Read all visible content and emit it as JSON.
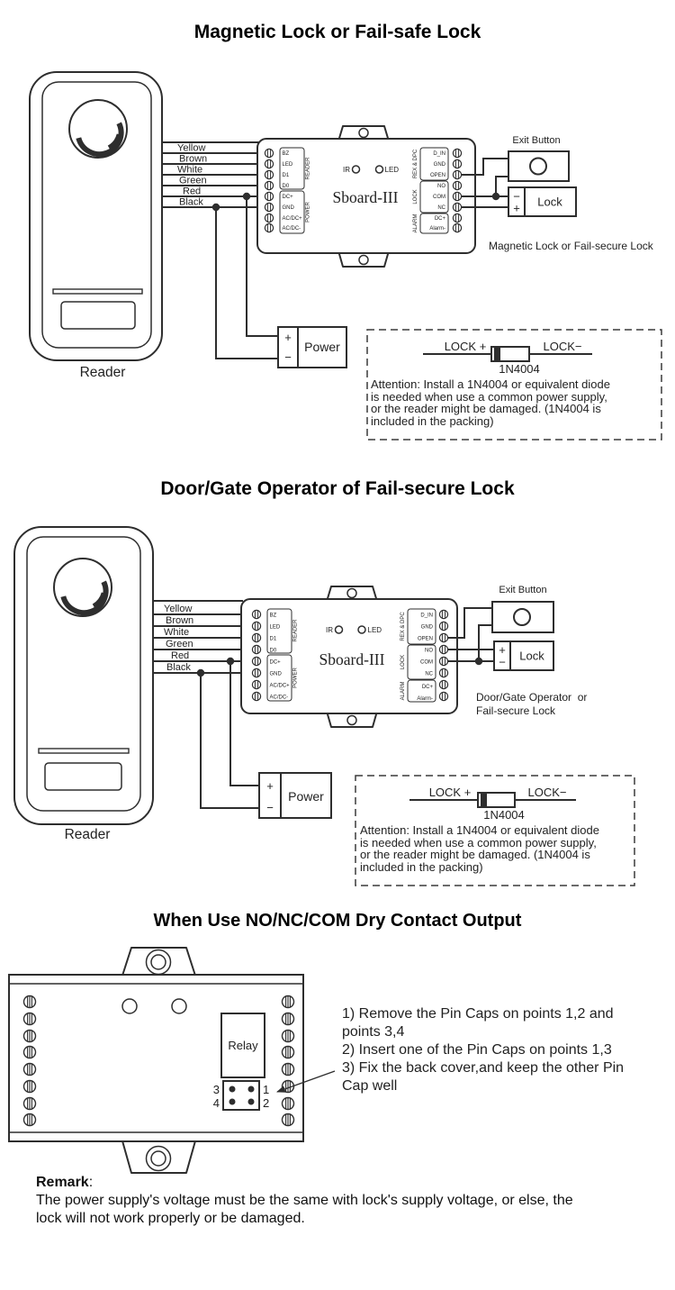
{
  "section1": {
    "title": "Magnetic Lock or Fail-safe Lock",
    "reader_label": "Reader",
    "wire_labels": [
      "Yellow",
      "Brown",
      "White",
      "Green",
      "Red",
      "Black"
    ],
    "controller": {
      "model": "Sboard-III",
      "ir_label": "IR",
      "led_label": "LED",
      "left_terminals": [
        "BZ",
        "LED",
        "D1",
        "D0",
        "DC+",
        "GND",
        "AC/DC+",
        "AC/DC-"
      ],
      "left_groups": [
        "READER",
        "POWER"
      ],
      "right_terminals": [
        "D_IN",
        "GND",
        "OPEN",
        "NO",
        "COM",
        "NC",
        "DC+",
        "Alarm-"
      ],
      "right_groups": [
        "REX & DPC",
        "LOCK",
        "ALARM"
      ]
    },
    "exit_button": {
      "label": "Exit Button"
    },
    "lock": {
      "label": "Lock",
      "plus": "+",
      "minus": "−"
    },
    "caption": "Magnetic Lock or Fail-secure Lock",
    "power": {
      "label": "Power",
      "plus": "+",
      "minus": "−"
    },
    "note": {
      "lock_plus": "LOCK +",
      "lock_minus": "LOCK−",
      "diode": "1N4004",
      "attention_lines": [
        "Attention: Install a 1N4004 or equivalent diode",
        "is needed when use a common power supply,",
        "or the reader might be damaged. (1N4004 is",
        "included in the packing)"
      ]
    }
  },
  "section2": {
    "title": "Door/Gate Operator of Fail-secure Lock",
    "reader_label": "Reader",
    "wire_labels": [
      "Yellow",
      "Brown",
      "White",
      "Green",
      "Red",
      "Black"
    ],
    "controller": {
      "model": "Sboard-III",
      "ir_label": "IR",
      "led_label": "LED",
      "left_terminals": [
        "BZ",
        "LED",
        "D1",
        "D0",
        "DC+",
        "GND",
        "AC/DC+",
        "AC/DC-"
      ],
      "left_groups": [
        "READER",
        "POWER"
      ],
      "right_terminals": [
        "D_IN",
        "GND",
        "OPEN",
        "NO",
        "COM",
        "NC",
        "DC+",
        "Alarm-"
      ],
      "right_groups": [
        "REX & DPC",
        "LOCK",
        "ALARM"
      ]
    },
    "exit_button": {
      "label": "Exit Button"
    },
    "lock": {
      "label": "Lock",
      "plus": "+",
      "minus": "−"
    },
    "caption_lines": [
      "Door/Gate Operator  or",
      "Fail-secure Lock"
    ],
    "power": {
      "label": "Power",
      "plus": "+",
      "minus": "−"
    },
    "note": {
      "lock_plus": "LOCK +",
      "lock_minus": "LOCK−",
      "diode": "1N4004",
      "attention_lines": [
        "Attention: Install a 1N4004 or equivalent diode",
        "is needed when use a common power supply,",
        "or the reader might be damaged. (1N4004 is",
        "included in the packing)"
      ]
    }
  },
  "section3": {
    "title": "When Use NO/NC/COM Dry Contact Output",
    "relay_label": "Relay",
    "pin_labels": [
      "1",
      "2",
      "3",
      "4"
    ],
    "instruction_lines": [
      "1) Remove the Pin Caps on points 1,2 and",
      "points 3,4",
      "2) Insert one of the Pin Caps on points 1,3",
      "3) Fix the back cover,and keep the other Pin",
      "Cap well"
    ]
  },
  "remark": {
    "title": "Remark",
    "colon": ":",
    "lines": [
      "The power supply's voltage must be the same with lock's supply voltage, or else, the",
      "lock will not work properly or be damaged."
    ]
  }
}
